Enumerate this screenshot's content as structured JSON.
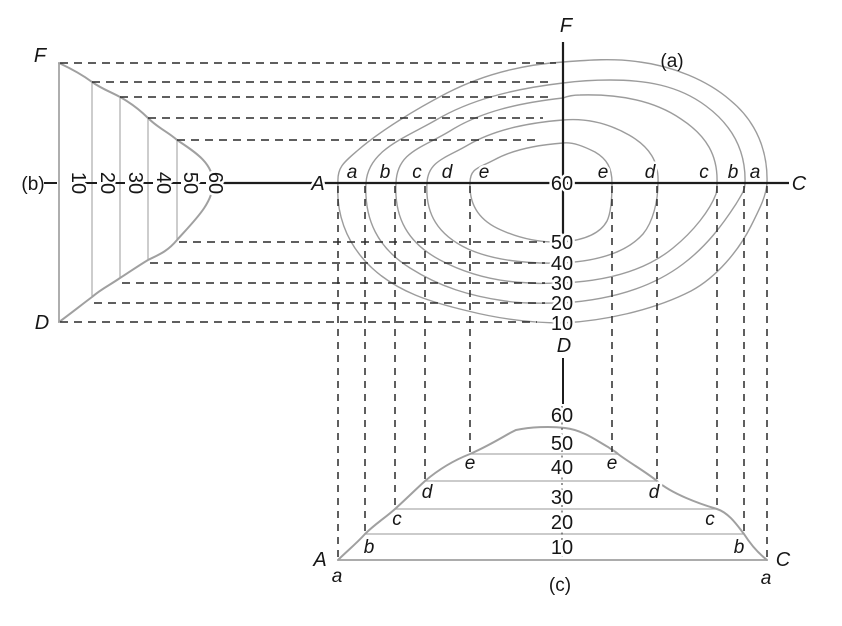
{
  "panels": {
    "a": {
      "label": "(a)",
      "north_end": "F",
      "south_end": "D",
      "west_end": "A",
      "east_end": "C",
      "center_value": "60",
      "left_letters": [
        "a",
        "b",
        "c",
        "d",
        "e"
      ],
      "right_letters": [
        "e",
        "d",
        "c",
        "b",
        "a"
      ],
      "south_values": [
        "50",
        "40",
        "30",
        "20",
        "10"
      ]
    },
    "b": {
      "label": "(b)",
      "top_end": "F",
      "bottom_end": "D",
      "values": [
        "10",
        "20",
        "30",
        "40",
        "50",
        "60"
      ]
    },
    "c": {
      "label": "(c)",
      "left_end": "A",
      "right_end": "C",
      "left_corner": "a",
      "right_corner": "a",
      "values": [
        "60",
        "50",
        "40",
        "30",
        "20",
        "10"
      ],
      "left_slope_letters": [
        "b",
        "c",
        "d",
        "e"
      ],
      "right_slope_letters": [
        "e",
        "d",
        "c",
        "b"
      ]
    }
  },
  "colors": {
    "axis_line": "#1c1c1c",
    "dashed_line": "#2a2a2a",
    "contour_gray": "#9c9c9c",
    "profile_gray": "#a0a0a0",
    "level_line_gray": "#acacac"
  }
}
